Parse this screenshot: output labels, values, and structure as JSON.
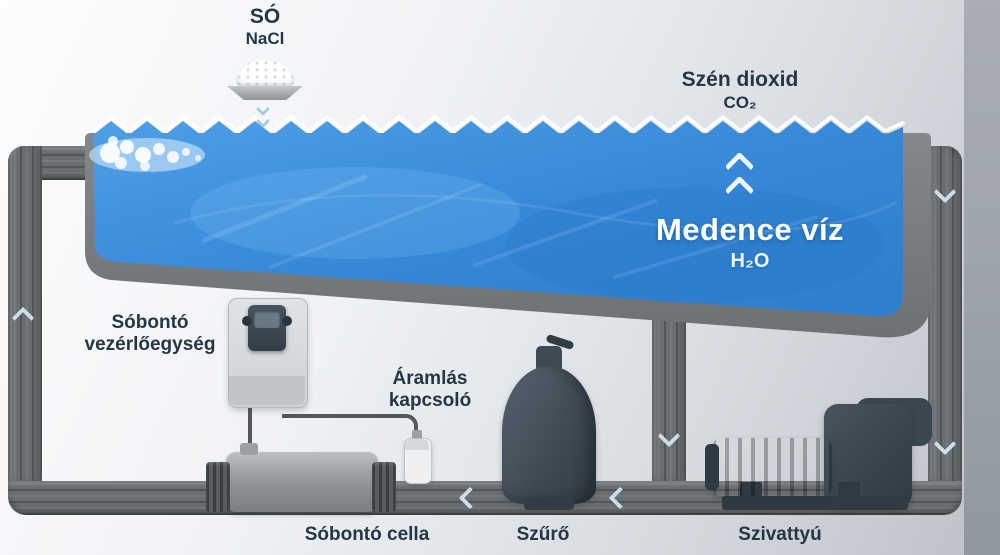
{
  "diagram": {
    "salt": {
      "title": "SÓ",
      "formula": "NaCl"
    },
    "co2": {
      "title": "Szén dioxid",
      "formula": "CO₂"
    },
    "pool": {
      "title": "Medence víz",
      "formula": "H₂O"
    },
    "controller": {
      "line1": "Sóbontó",
      "line2": "vezérlőegység"
    },
    "flow_switch": {
      "line1": "Áramlás",
      "line2": "kapcsoló"
    },
    "cell": {
      "label": "Sóbontó cella"
    },
    "filter": {
      "label": "Szűrő"
    },
    "pump": {
      "label": "Szivattyú"
    }
  },
  "icons": {
    "flow_arrow_down": "chevron-down",
    "flow_arrow_left": "chevron-left",
    "flow_arrow_up": "chevron-up",
    "salt_pour": "chevron-down-small",
    "gas_release": "chevron-up-double"
  },
  "colors": {
    "water": "#3a8eda",
    "pipe": "#6b6e70",
    "pool_rim": "#7c8083",
    "label_text": "#243746",
    "flow_arrow": "#c9dfe9",
    "device_dark": "#3d4953"
  }
}
